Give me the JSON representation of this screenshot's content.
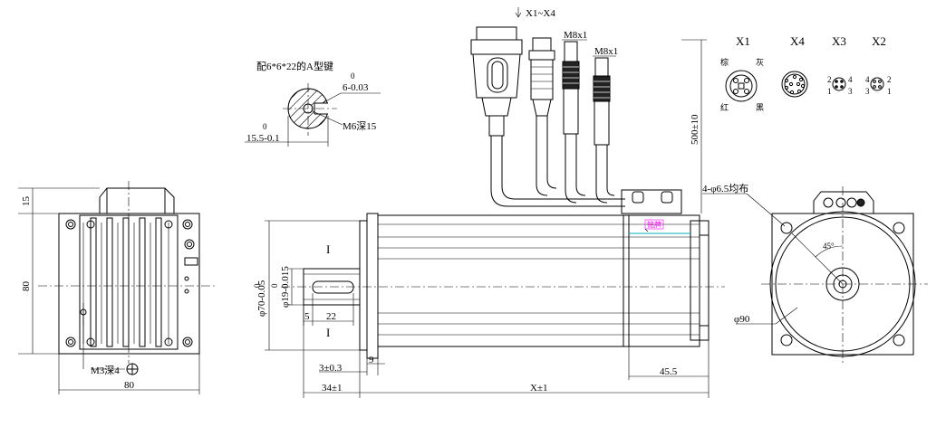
{
  "colors": {
    "line": "#000000",
    "background": "#ffffff",
    "mark": "#ff00ff",
    "cyan_line": "#00b0c0"
  },
  "connector_callout": "X1~X4",
  "connectors": [
    {
      "label": "X1",
      "pins": [
        "棕",
        "灰",
        "红",
        "黑"
      ]
    },
    {
      "label": "X4",
      "pins": []
    },
    {
      "label": "X3",
      "pins": [
        "2",
        "4",
        "1",
        "3"
      ]
    },
    {
      "label": "X2",
      "pins": [
        "4",
        "2",
        "3",
        "1"
      ]
    }
  ],
  "cable_labels": [
    "M8x1",
    "M8x1"
  ],
  "key_section": {
    "title": "配6*6*22的A型键",
    "key_width_dev": "0",
    "key_width": "6-0.03",
    "depth_dev": "0",
    "depth": "15.5-0.1",
    "thread": "M6深15"
  },
  "side_view": {
    "top_offset": "15",
    "height": "80",
    "width": "80",
    "screw": "M3深4"
  },
  "main_view": {
    "cable_length": "500±10",
    "body_diameter_dev": "0",
    "body_diameter": "φ70-0.05",
    "shaft_diameter_dev": "0",
    "shaft_diameter": "φ19-0.015",
    "key_offset": "5",
    "key_length": "22",
    "flange_offset": "3±0.3",
    "flange_thickness": "9",
    "shaft_length": "34±1",
    "body_length": "X±1",
    "rear_length": "45.5",
    "section_mark": "I",
    "pink_tag": "铭牌"
  },
  "front_view": {
    "holes": "4-φ6.5均布",
    "angle": "45°",
    "pcd": "φ90"
  }
}
